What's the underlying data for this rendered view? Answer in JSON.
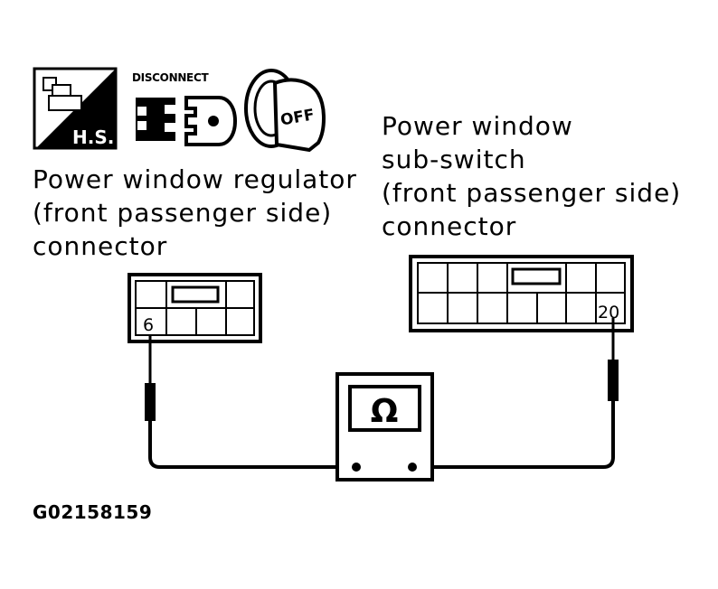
{
  "icons": {
    "harness_side": {
      "name": "harness-side-icon",
      "text": "H.S."
    },
    "disconnect": {
      "name": "disconnect-connector-icon",
      "text": "DISCONNECT"
    },
    "ignition": {
      "name": "ignition-off-key-icon",
      "text": "OFF"
    }
  },
  "left_connector": {
    "label_lines": [
      "Power window regulator",
      "(front passenger side)",
      "connector"
    ],
    "terminal": "6"
  },
  "right_connector": {
    "label_lines": [
      "Power window",
      "sub-switch",
      "(front passenger side)",
      "connector"
    ],
    "terminal": "20"
  },
  "meter": {
    "symbol": "Ω",
    "name": "ohmmeter"
  },
  "figure_id": "G02158159"
}
